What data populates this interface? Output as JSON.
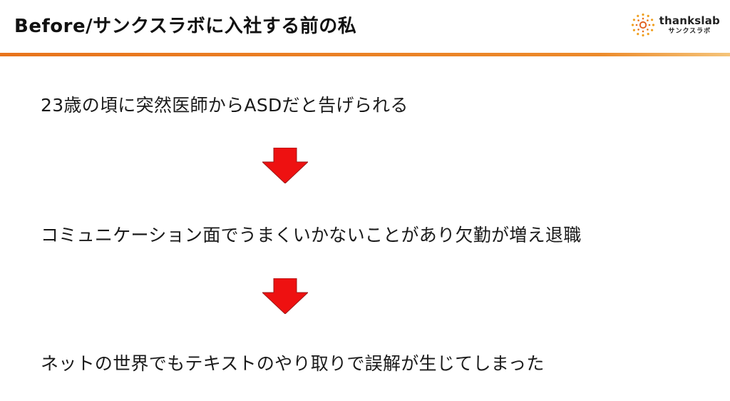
{
  "slide": {
    "title": "Before/サンクスラボに入社する前の私",
    "logo": {
      "name": "thankslab",
      "subtitle": "サンクスラボ",
      "mark_icon": "sun-dots-icon"
    },
    "header_bar_color": "#e8741c",
    "arrow_color": "#ee1111",
    "lines": [
      "23歳の頃に突然医師からASDだと告げられる",
      "コミュニケーション面でうまくいかないことがあり欠勤が増え退職",
      "ネットの世界でもテキストのやり取りで誤解が生じてしまった"
    ],
    "arrows": [
      "down-arrow-icon",
      "down-arrow-icon"
    ]
  }
}
